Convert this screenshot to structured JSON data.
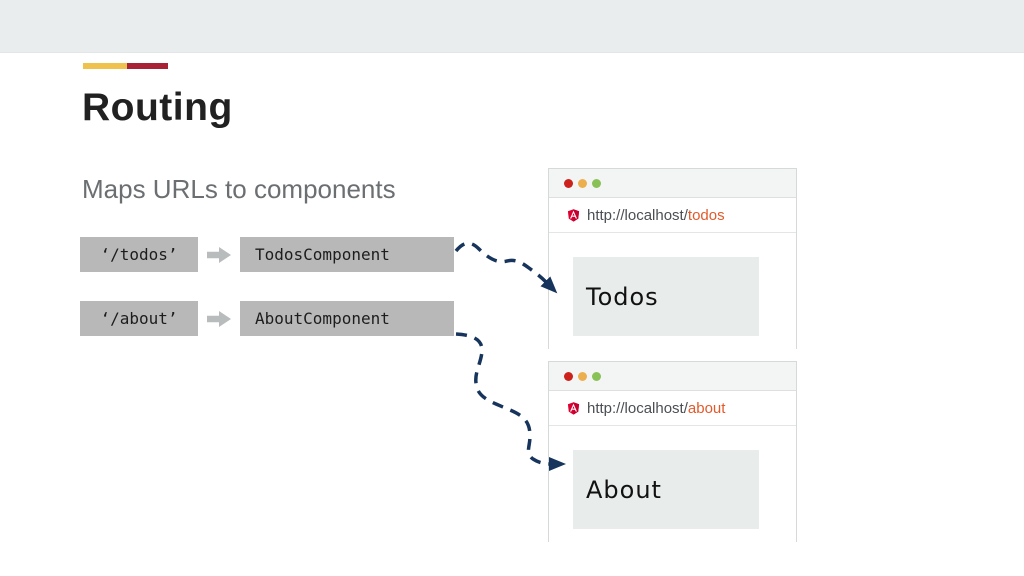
{
  "slide": {
    "title": "Routing",
    "subtitle": "Maps URLs to components"
  },
  "routes": [
    {
      "path": "‘/todos’",
      "component": "TodosComponent"
    },
    {
      "path": "‘/about’",
      "component": "AboutComponent"
    }
  ],
  "browsers": [
    {
      "url": {
        "prefix": "http://localhost/",
        "path": "todos"
      },
      "content": "Todos"
    },
    {
      "url": {
        "prefix": "http://localhost/",
        "path": "about"
      },
      "content": "About"
    }
  ],
  "icons": {
    "mapping_arrow": "right-block-arrow-icon",
    "browser_address_logo": "angular-shield-icon",
    "traffic_lights": [
      "close-dot-icon",
      "minimize-dot-icon",
      "zoom-dot-icon"
    ],
    "flow_arrows": [
      "dashed-curved-arrow-to-todos-window",
      "dashed-curved-arrow-to-about-window"
    ]
  },
  "colors": {
    "topband_gray": "#e9edee",
    "accent_yellow": "#efc24e",
    "accent_red": "#a82134",
    "box_gray": "#b8b8b8",
    "map_arrow_gray": "#b9bcbc",
    "flow_arrow_navy": "#16345c",
    "url_path_orange": "#e25a2b",
    "angular_red": "#dd0031",
    "angular_dark_red": "#c3002f",
    "traffic_red": "#cd221c",
    "traffic_orange": "#edaf4e",
    "traffic_green": "#8ac156"
  }
}
